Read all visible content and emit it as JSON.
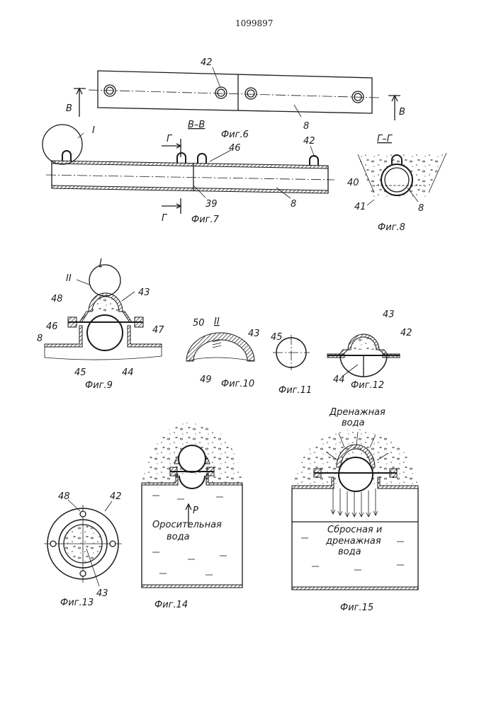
{
  "document_number": "1099897",
  "fig6": {
    "caption": "Фиг.6",
    "labels": {
      "n42": "42",
      "n8": "8",
      "section_left": "В",
      "section_right": "В"
    }
  },
  "fig7": {
    "caption": "Фиг.7",
    "title": "В–В",
    "labels": {
      "detail": "I",
      "cut_top": "Г",
      "cut_bottom": "Г",
      "n46": "46",
      "n42": "42",
      "n39": "39",
      "n8": "8"
    }
  },
  "fig8": {
    "caption": "Фиг.8",
    "title": "Г–Г",
    "labels": {
      "n40": "40",
      "n41": "41",
      "n8": "8"
    }
  },
  "fig9": {
    "caption": "Фиг.9",
    "title": "I",
    "labels": {
      "detail": "II",
      "n48": "48",
      "n43": "43",
      "n46": "46",
      "n8": "8",
      "n47": "47",
      "n45": "45",
      "n44": "44"
    }
  },
  "fig10": {
    "caption": "Фиг.10",
    "title": "II",
    "labels": {
      "n50": "50",
      "n43": "43",
      "n49": "49"
    }
  },
  "fig11": {
    "caption": "Фиг.11",
    "labels": {
      "n45": "45"
    }
  },
  "fig12": {
    "caption": "Фиг.12",
    "labels": {
      "n43": "43",
      "n42": "42",
      "n44": "44"
    }
  },
  "fig13": {
    "caption": "Фиг.13",
    "labels": {
      "n48": "48",
      "n42": "42",
      "n43": "43"
    }
  },
  "fig14": {
    "caption": "Фиг.14",
    "pressure": "P",
    "water_line1": "Оросительная",
    "water_line2": "вода"
  },
  "fig15": {
    "caption": "Фиг.15",
    "drain_line1": "Дренажная",
    "drain_line2": "вода",
    "waste_line1": "Сбросная и",
    "waste_line2": "дренажная",
    "waste_line3": "вода"
  }
}
